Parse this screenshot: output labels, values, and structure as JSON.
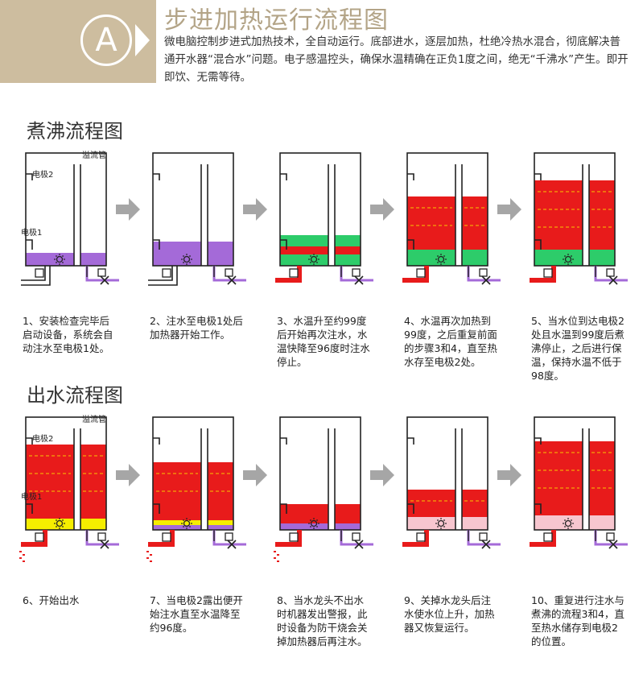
{
  "header": {
    "badge_letter": "A",
    "title": "步进加热运行流程图",
    "description": "微电脑控制步进式加热技术，全自动运行。底部进水，逐层加热，杜绝冷热水混合，彻底解决普通开水器“混合水”问题。电子感温控头，确保水温精确在正负1度之间，绝无“千沸水”产生。即开即饮、无需等待。"
  },
  "boil": {
    "title": "煮沸流程图",
    "labels": {
      "overflow": "溢流管",
      "electrode2": "电极2",
      "electrode1": "电极1"
    },
    "steps": [
      {
        "caption": "1、安装检查完毕后启动设备，系统会自动注水至电极1处。"
      },
      {
        "caption": "2、注水至电极1处后加热器开始工作。"
      },
      {
        "caption": "3、水温升至约99度后开始再次注水，水温快降至96度时注水停止。"
      },
      {
        "caption": "4、水温再次加热到99度，之后重复前面的步骤3和4，直至热水存至电极2处。"
      },
      {
        "caption": "5、当水位到达电极2处且水温到99度后煮沸停止，之后进行保温，保持水温不低于98度。"
      }
    ]
  },
  "outflow": {
    "title": "出水流程图",
    "labels": {
      "overflow": "溢流管",
      "electrode2": "电极2",
      "electrode1": "电极1"
    },
    "steps": [
      {
        "caption": "6、开始出水"
      },
      {
        "caption": "7、当电极2露出便开始注水直至水温降至约96度。"
      },
      {
        "caption": "8、当水龙头不出水时机器发出警报，此时设备为防干烧会关掉加热器后再注水。"
      },
      {
        "caption": "9、关掉水龙头后注水使水位上升，加热器又恢复运行。"
      },
      {
        "caption": "10、重复进行注水与煮沸的流程3和4，直至热水储存到电极2的位置。"
      }
    ]
  },
  "colors": {
    "badge_bg": "#cdbd9f",
    "title_color": "#b3a487",
    "hot_water": "#e81b1b",
    "cold_water": "#a46ad8",
    "warm_green": "#2dcc6a",
    "yellow": "#f5ee00",
    "pink": "#f7c6cf",
    "arrow_gray": "#a6a6a6"
  }
}
